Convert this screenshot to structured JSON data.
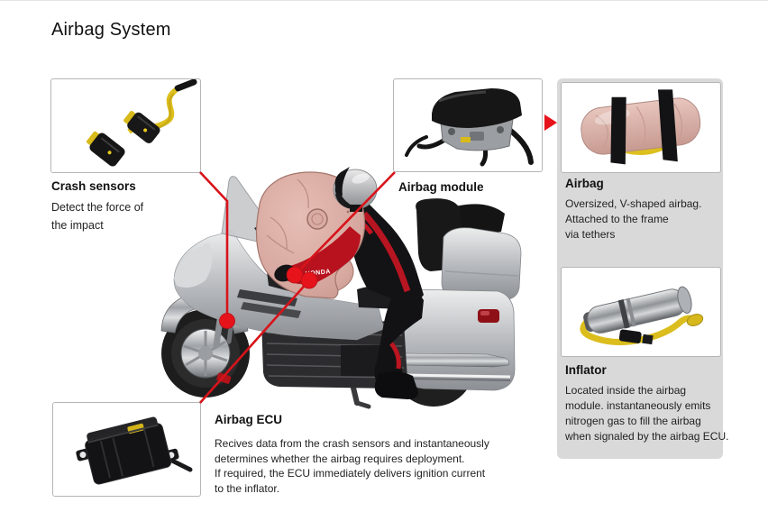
{
  "title": "Airbag System",
  "diagram": {
    "crash_sensors": {
      "label": "Crash sensors",
      "lines": [
        "Detect the force of",
        "the impact"
      ],
      "image": "crash-sensors-photo"
    },
    "airbag_module": {
      "label": "Airbag module",
      "image": "airbag-module-photo"
    },
    "airbag_ecu": {
      "label": "Airbag ECU",
      "lines": [
        "Recives data from the crash sensors and instantaneously",
        "determines whether the airbag requires deployment.",
        "If required, the ECU immediately delivers ignition current",
        "to the inflator."
      ],
      "image": "airbag-ecu-photo"
    },
    "rider_sleeve_text": "HONDA"
  },
  "panel": {
    "airbag": {
      "label": "Airbag",
      "lines": [
        "Oversized, V-shaped airbag.",
        "Attached to the frame",
        "via tethers"
      ],
      "image": "packed-airbag-photo"
    },
    "inflator": {
      "label": "Inflator",
      "lines": [
        "Located inside the airbag",
        "module. instantaneously emits",
        "nitrogen gas to fill the airbag",
        "when signaled by the airbag ECU."
      ],
      "image": "inflator-photo"
    }
  },
  "colors": {
    "accent_red": "#e0121a",
    "panel_background": "#d9d9d9",
    "box_border": "#b5b5b5",
    "airbag_pink": "#d6a79e",
    "cable_yellow": "#ddbf1e",
    "bike_silver": "#b9bcc0",
    "suit_black": "#141416",
    "page_background": "#ffffff"
  }
}
